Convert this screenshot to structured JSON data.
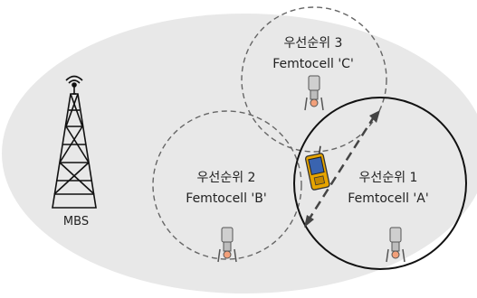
{
  "diagram": {
    "mbs_label": "MBS",
    "cells": [
      {
        "priority": "우선순위 3",
        "name": "Femtocell 'C'"
      },
      {
        "priority": "우선순위 2",
        "name": "Femtocell 'B'"
      },
      {
        "priority": "우선순위 1",
        "name": "Femtocell 'A'"
      }
    ]
  },
  "colors": {
    "coverage_fill": "#e8e8e8",
    "dashed_circle": "#666666",
    "solid_circle": "#111111",
    "arrow": "#444444",
    "phone": "#e6a400"
  }
}
